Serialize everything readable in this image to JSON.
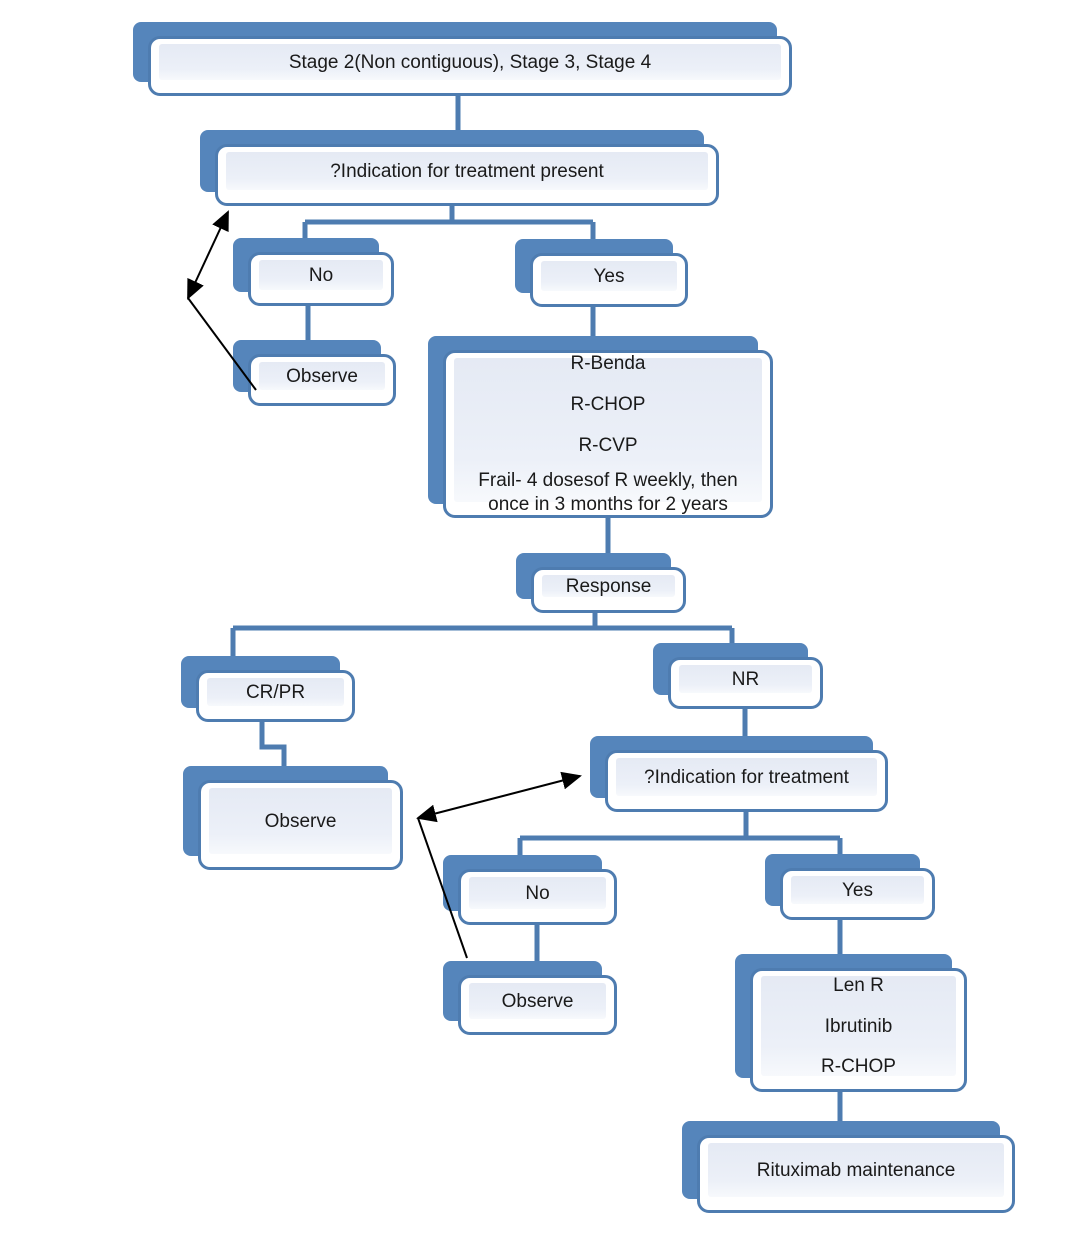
{
  "colors": {
    "box_shadow_blue": "#5585BB",
    "box_border_blue": "#4E7CB0",
    "box_fill_light": "#E9EDF6",
    "connector_blue": "#4E7CB0",
    "arrow_black": "#000000",
    "text": "#1A1A1A",
    "background": "#FFFFFF"
  },
  "nodes": {
    "stage": {
      "label": "Stage 2(Non contiguous), Stage 3, Stage 4"
    },
    "indication1": {
      "label": "?Indication for treatment present"
    },
    "no1": {
      "label": "No"
    },
    "yes1": {
      "label": "Yes"
    },
    "observe1": {
      "label": "Observe"
    },
    "treatment1": {
      "drugs": "R-Benda\nR-CHOP\nR-CVP",
      "frail": "Frail- 4 dosesof R weekly, then once in 3 months for 2 years"
    },
    "response": {
      "label": "Response"
    },
    "crpr": {
      "label": "CR/PR"
    },
    "nr": {
      "label": "NR"
    },
    "indication2": {
      "label": "?Indication for treatment"
    },
    "observe2": {
      "label": "Observe"
    },
    "no2": {
      "label": "No"
    },
    "yes2": {
      "label": "Yes"
    },
    "observe3": {
      "label": "Observe"
    },
    "treatment2": {
      "drugs": "Len R\nIbrutinib\nR-CHOP"
    },
    "rituximab": {
      "label": "Rituximab maintenance"
    }
  }
}
